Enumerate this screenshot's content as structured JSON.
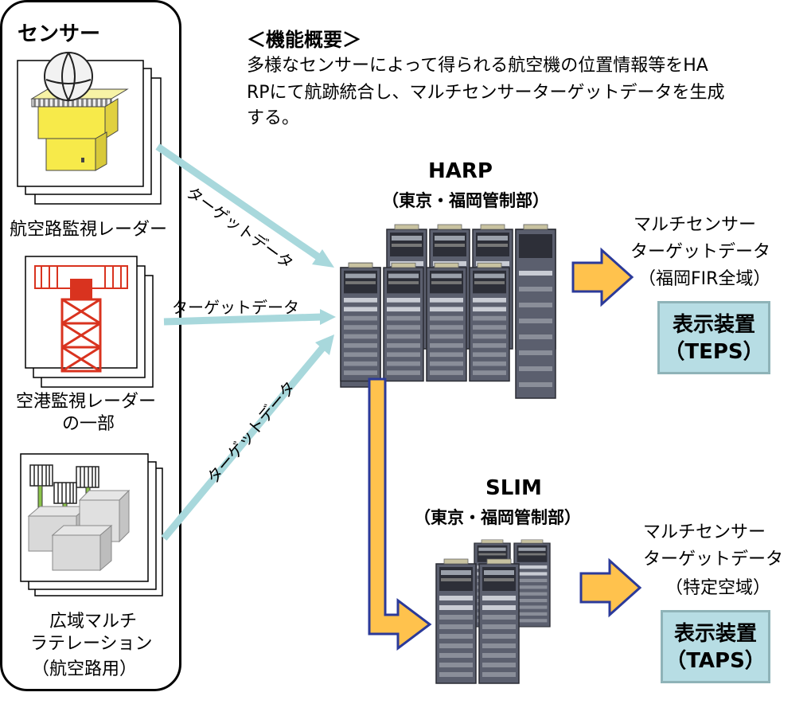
{
  "sensors": {
    "title": "センサー",
    "items": [
      {
        "label": "航空路監視レーダー"
      },
      {
        "label_line1": "空港監視レーダー",
        "label_line2": "の一部"
      },
      {
        "label_line1": "広域マルチ",
        "label_line2": "ラテレーション",
        "label_line3": "（航空路用）"
      }
    ]
  },
  "overview": {
    "heading": "＜機能概要＞",
    "line1": "多様なセンサーによって得られる航空機の位置情報等をHA",
    "line2": "RPにて航跡統合し、マルチセンサーターゲットデータを生成",
    "line3": "する。"
  },
  "arrows": {
    "target_data_1": "ターゲットデータ",
    "target_data_2": "ターゲットデータ",
    "target_data_3": "ターゲットデータ"
  },
  "harp": {
    "name": "HARP",
    "location": "（東京・福岡管制部）"
  },
  "slim": {
    "name": "SLIM",
    "location": "（東京・福岡管制部）"
  },
  "output_harp": {
    "line1": "マルチセンサー",
    "line2": "ターゲットデータ",
    "line3": "（福岡FIR全域）",
    "display_line1": "表示装置",
    "display_line2": "（TEPS）"
  },
  "output_slim": {
    "line1": "マルチセンサー",
    "line2": "ターゲットデータ",
    "line3": "（特定空域）",
    "display_line1": "表示装置",
    "display_line2": "（TAPS）"
  },
  "colors": {
    "arrow_light": "#a8d8dc",
    "arrow_orange": "#ffc24d",
    "arrow_border": "#2b3a9a",
    "display_fill": "#b7dde4",
    "radar_red": "#d9331f"
  }
}
